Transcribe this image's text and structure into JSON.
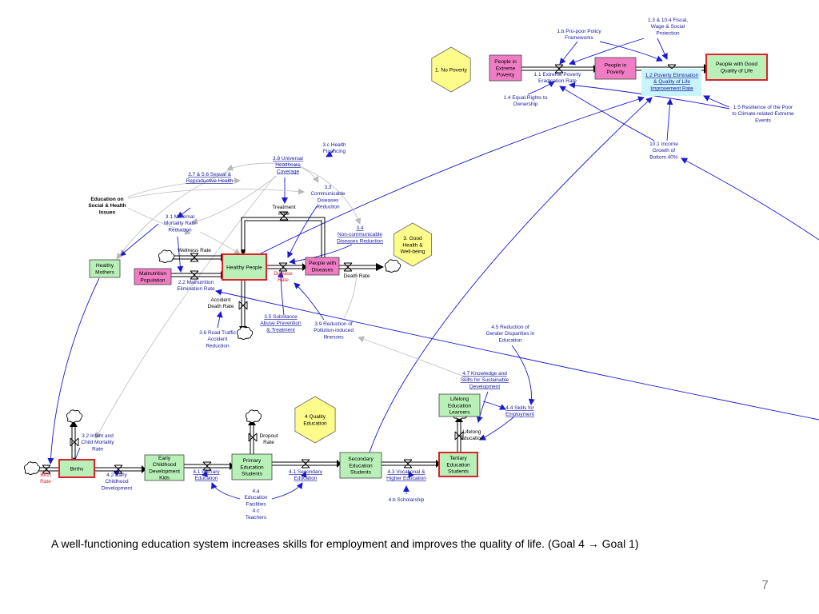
{
  "stocks": [
    {
      "id": "extreme",
      "label": "People in\nExtreme\nPoverty",
      "fill": "#f07cc4",
      "border": "#444444"
    },
    {
      "id": "poverty",
      "label": "People in\nPoverty",
      "fill": "#f07cc4",
      "border": "#444444"
    },
    {
      "id": "goodlife",
      "label": "People with Good\nQuality of Life",
      "fill": "#b8f0b8",
      "border": "#e0202a"
    },
    {
      "id": "hmothers",
      "label": "Healthy\nMothers",
      "fill": "#b8f0b8",
      "border": "#444444"
    },
    {
      "id": "malnut",
      "label": "Malnutrition\nPopulation",
      "fill": "#f07cc4",
      "border": "#444444"
    },
    {
      "id": "hpeople",
      "label": "Healthy People",
      "fill": "#b8f0b8",
      "border": "#e0202a"
    },
    {
      "id": "pdiseases",
      "label": "People with\nDiseases",
      "fill": "#f07cc4",
      "border": "#444444"
    },
    {
      "id": "births",
      "label": "Births",
      "fill": "#b8f0b8",
      "border": "#e0202a"
    },
    {
      "id": "ecd",
      "label": "Early\nChildhood\nDevelopment\nKids",
      "fill": "#b8f0b8",
      "border": "#444444"
    },
    {
      "id": "primary",
      "label": "Primary\nEducation\nStudents",
      "fill": "#b8f0b8",
      "border": "#444444"
    },
    {
      "id": "secondary",
      "label": "Secondary\nEducation\nStudents",
      "fill": "#b8f0b8",
      "border": "#444444"
    },
    {
      "id": "tertiary",
      "label": "Tertiary\nEducation\nStudents",
      "fill": "#b8f0b8",
      "border": "#e0202a"
    },
    {
      "id": "lifelong",
      "label": "Lifelong\nEducation\nLearners",
      "fill": "#b8f0b8",
      "border": "#444444"
    }
  ],
  "goals": [
    {
      "id": "g1",
      "label": "1. No Poverty",
      "fill": "#fdfb8a"
    },
    {
      "id": "g3",
      "label": "3. Good\nHealth &\nWell-being",
      "fill": "#fdfb8a"
    },
    {
      "id": "g4",
      "label": "4 Quality\nEducation",
      "fill": "#fdfb8a"
    }
  ],
  "variables": [
    {
      "id": "v13",
      "label": "1.3 & 10.4 Fiscal,\nWage & Social\nProtection",
      "color": "#1a1aa0",
      "u": false
    },
    {
      "id": "v1b",
      "label": "1.b Pro-poor Policy\nFrameworks",
      "color": "#1a1aa0",
      "u": false
    },
    {
      "id": "v11",
      "label": "1.1 Extreme Poverty\nEradication Rate",
      "color": "#1a1aa0",
      "u": false
    },
    {
      "id": "v12",
      "label": "1.2 Poverty Elimination\n& Quality of Life\nImprovement Rate",
      "color": "#1a1aa0",
      "u": true
    },
    {
      "id": "v14",
      "label": "1.4 Equal Rights to\nOwnership",
      "color": "#1a1aa0",
      "u": false
    },
    {
      "id": "v15",
      "label": "1.5 Resilience of the Poor\nto Climate-related Extreme\nEvents",
      "color": "#1a1aa0",
      "u": false
    },
    {
      "id": "v101",
      "label": "10.1 Income\nGrowth of\nBottom 40%",
      "color": "#1a1aa0",
      "u": false
    },
    {
      "id": "v3c",
      "label": "3.c Health\nFinancing",
      "color": "#1a1aa0",
      "u": false
    },
    {
      "id": "v38",
      "label": "3.8 Universal\nHealthcare\nCoverage",
      "color": "#1a1aa0",
      "u": true
    },
    {
      "id": "v37",
      "label": "3.7 & 5.6 Sexual &\nReproductive Health",
      "color": "#1a1aa0",
      "u": true
    },
    {
      "id": "v33",
      "label": "3.3\nCommunicable\nDiseases\nReduction",
      "color": "#1a1aa0",
      "u": false
    },
    {
      "id": "vedu",
      "label": "Education on\nSocial & Health\nIssues",
      "color": "#000000",
      "u": false,
      "bold": true
    },
    {
      "id": "vtreat",
      "label": "Treatment\nRate",
      "color": "#000000",
      "u": false
    },
    {
      "id": "v31",
      "label": "3.1 Maternal\nMortality Rate\nReduction",
      "color": "#1a1aa0",
      "u": false
    },
    {
      "id": "v34",
      "label": "3.4\nNon-communicable\nDiseases Reduction",
      "color": "#1a1aa0",
      "u": true
    },
    {
      "id": "vwell",
      "label": "Wellness Rate",
      "color": "#000000",
      "u": false
    },
    {
      "id": "vdis",
      "label": "Disease\nRate",
      "color": "#e0202a",
      "u": false
    },
    {
      "id": "vdeath",
      "label": "Death Rate",
      "color": "#000000",
      "u": false
    },
    {
      "id": "v22",
      "label": "2.2 Malnutrition\nElimination Rate",
      "color": "#1a1aa0",
      "u": false
    },
    {
      "id": "vacc",
      "label": "Accident\nDeath Rate",
      "color": "#000000",
      "u": false
    },
    {
      "id": "v35",
      "label": "3.5 Substance\nAbuse Prevention\n& Treatment",
      "color": "#1a1aa0",
      "u": true
    },
    {
      "id": "v39",
      "label": "3.9 Reduction of\nPollution-induced\nIllnesses",
      "color": "#1a1aa0",
      "u": false
    },
    {
      "id": "v36",
      "label": "3.6 Road Traffic\nAccident\nReduction",
      "color": "#1a1aa0",
      "u": false
    },
    {
      "id": "v45",
      "label": "4.5 Reduction of\nGender Disparities in\nEducation",
      "color": "#1a1aa0",
      "u": false
    },
    {
      "id": "v47",
      "label": "4.7 Knowledge and\nSkills for Sustainable\nDevelopment",
      "color": "#1a1aa0",
      "u": true
    },
    {
      "id": "v44",
      "label": "4.4 Skills for\nEmployment",
      "color": "#1a1aa0",
      "u": true
    },
    {
      "id": "vlifelong",
      "label": "Lifelong\nEducation",
      "color": "#000000",
      "u": false
    },
    {
      "id": "vdropout",
      "label": "Dropout\nRate",
      "color": "#000000",
      "u": false
    },
    {
      "id": "v32",
      "label": "3.2 Infant and\nChild Mortality\nRate",
      "color": "#1a1aa0",
      "u": false
    },
    {
      "id": "vbirth",
      "label": "Birth\nRate",
      "color": "#e0202a",
      "u": false
    },
    {
      "id": "v42",
      "label": "4.2 Early\nChildhood\nDevelopment",
      "color": "#1a1aa0",
      "u": false
    },
    {
      "id": "v41p",
      "label": "4.1 Primary\nEducation",
      "color": "#1a1aa0",
      "u": true
    },
    {
      "id": "v41s",
      "label": "4.1 Secondary\nEducation",
      "color": "#1a1aa0",
      "u": true
    },
    {
      "id": "v43",
      "label": "4.3 Vocational &\nHigher Education",
      "color": "#1a1aa0",
      "u": true
    },
    {
      "id": "v4a",
      "label": "4.a\nEducation\nFacilities\n4.c\nTeachers",
      "color": "#1a1aa0",
      "u": false
    },
    {
      "id": "v4b",
      "label": "4.b Scholarship",
      "color": "#1a1aa0",
      "u": false
    }
  ],
  "caption": "A well-functioning education system increases skills for employment and improves the quality of life. (Goal 4 → Goal 1)",
  "page_number": "7"
}
